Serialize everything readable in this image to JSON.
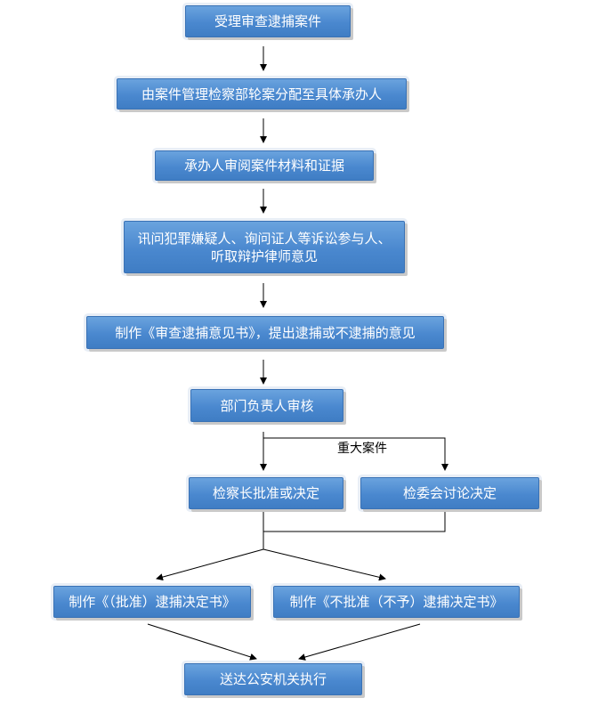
{
  "flow": {
    "step1": "受理审查逮捕案件",
    "step2": "由案件管理检察部轮案分配至具体承办人",
    "step3": "承办人审阅案件材料和证据",
    "step4_line1": "讯问犯罪嫌疑人、询问证人等诉讼参与人、",
    "step4_line2": "听取辩护律师意见",
    "step5": "制作《审查逮捕意见书》，提出逮捕或不逮捕的意见",
    "step6": "部门负责人审核",
    "branch_label": "重大案件",
    "step7_left": "检察长批准或决定",
    "step7_right": "检委会讨论决定",
    "step8_left": "制作《（批准）逮捕决定书》",
    "step8_right": "制作《不批准（不予）逮捕决定书》",
    "step9": "送达公安机关执行"
  },
  "colors": {
    "box_fill": "#4a88cf",
    "box_text": "#ffffff",
    "line": "#000000"
  }
}
